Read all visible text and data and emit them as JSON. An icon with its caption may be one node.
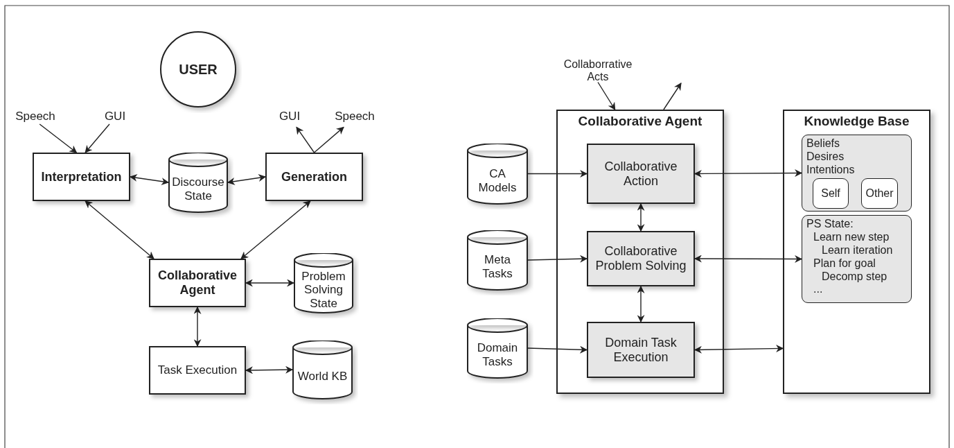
{
  "diagram": {
    "nodes": [
      {
        "text": [
          "USER"
        ]
      },
      {
        "text": [
          "Speech"
        ]
      },
      {
        "text": [
          "GUI"
        ]
      },
      {
        "text": [
          "Interpretation"
        ]
      },
      {
        "text": [
          "Discourse State"
        ]
      },
      {
        "text": [
          "Generation"
        ]
      },
      {
        "text": [
          "GUI"
        ]
      },
      {
        "text": [
          "Speech"
        ]
      },
      {
        "text": [
          "Collaborative Agent"
        ]
      },
      {
        "text": [
          "Problem Solving State"
        ]
      },
      {
        "text": [
          "Task Execution"
        ]
      },
      {
        "text": [
          "World KB"
        ]
      },
      {
        "text": [
          "Collaborrative Acts"
        ]
      },
      {
        "text": [
          "Collaborative Agent"
        ]
      },
      {
        "text": [
          "CA Models"
        ]
      },
      {
        "text": [
          "Collaborative Action"
        ],
        "in": 13
      },
      {
        "text": [
          "Meta Tasks"
        ]
      },
      {
        "text": [
          "Collaborative Problem Solving"
        ],
        "in": 13
      },
      {
        "text": [
          "Domain Tasks"
        ]
      },
      {
        "text": [
          "Domain Task Execution"
        ],
        "in": 13
      },
      {
        "text": [
          "Knowledge Base"
        ]
      },
      {
        "text": [
          "Beliefs",
          "Desires",
          "Intentions"
        ],
        "in": 20
      },
      {
        "text": [
          "Self"
        ],
        "in": 21
      },
      {
        "text": [
          "Other"
        ],
        "in": 21
      },
      {
        "text": [
          "PS State:",
          "Learn new step",
          "Learn iteration",
          "Plan for goal",
          "Decomp step",
          "..."
        ],
        "in": 20
      }
    ],
    "edges": [
      {
        "from": 1,
        "to": 3,
        "arrow": "to"
      },
      {
        "from": 2,
        "to": 3,
        "arrow": "to"
      },
      {
        "from": 3,
        "to": 4,
        "arrow": "both"
      },
      {
        "from": 4,
        "to": 5,
        "arrow": "both"
      },
      {
        "from": 5,
        "to": 6,
        "arrow": "to"
      },
      {
        "from": 5,
        "to": 7,
        "arrow": "to"
      },
      {
        "from": 3,
        "to": 8,
        "arrow": "both"
      },
      {
        "from": 5,
        "to": 8,
        "arrow": "both"
      },
      {
        "from": 8,
        "to": 9,
        "arrow": "both"
      },
      {
        "from": 8,
        "to": 10,
        "arrow": "both"
      },
      {
        "from": 10,
        "to": 11,
        "arrow": "both"
      },
      {
        "from": 12,
        "to": 13,
        "arrow": "to"
      },
      {
        "from": 13,
        "to": null,
        "arrow": "to"
      },
      {
        "from": 14,
        "to": 15,
        "arrow": "to"
      },
      {
        "from": 16,
        "to": 17,
        "arrow": "to"
      },
      {
        "from": 18,
        "to": 19,
        "arrow": "to"
      },
      {
        "from": 15,
        "to": 17,
        "arrow": "both"
      },
      {
        "from": 17,
        "to": 19,
        "arrow": "both"
      },
      {
        "from": 15,
        "to": 21,
        "arrow": "both"
      },
      {
        "from": 17,
        "to": 24,
        "arrow": "both"
      },
      {
        "from": 19,
        "to": 20,
        "arrow": "both"
      }
    ]
  }
}
